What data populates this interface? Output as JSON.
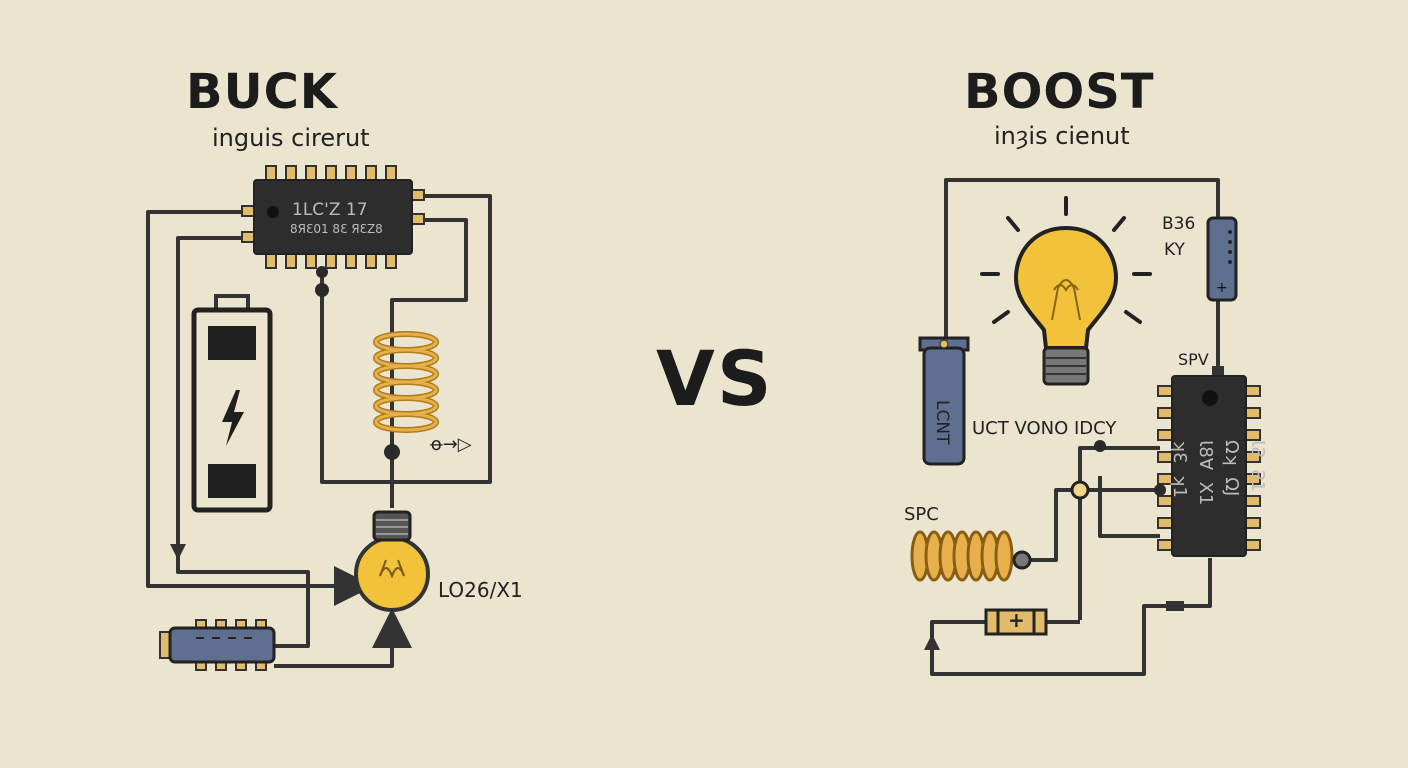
{
  "buck": {
    "title": "BUCK",
    "subtitle": "inguis cirerut",
    "ic_line1": "1LC'Z   17",
    "ic_line2": "8ЯƐ01  8Ɛ  ЯƐZ8",
    "bulb_label": "LO26/X1",
    "inductor_symbol": "ꝋ→▷"
  },
  "vs_text": "VS",
  "boost": {
    "title": "BOOST",
    "subtitle": "inȝis cienut",
    "resistor_label_1": "B36",
    "resistor_label_2": "KY",
    "capacitor_label": "LCNT",
    "note_label": "UCT VONO IDCY",
    "ic_label": "SPV",
    "ic_text": "ƖƧ  Ƨ1\nΩʞ  ΩJ\nƖ8Ɐ  X1\nʞƐ  ʞ1",
    "coil_label": "SPC",
    "diode_label": "+"
  },
  "colors": {
    "background": "#ebe4cf",
    "wire": "#333333",
    "ic_body": "#2d2d2d",
    "pin": "#e3bc6b",
    "bulb": "#f2c23a",
    "battery_blue": "#5e6f8f",
    "coil": "#e7b04a"
  }
}
